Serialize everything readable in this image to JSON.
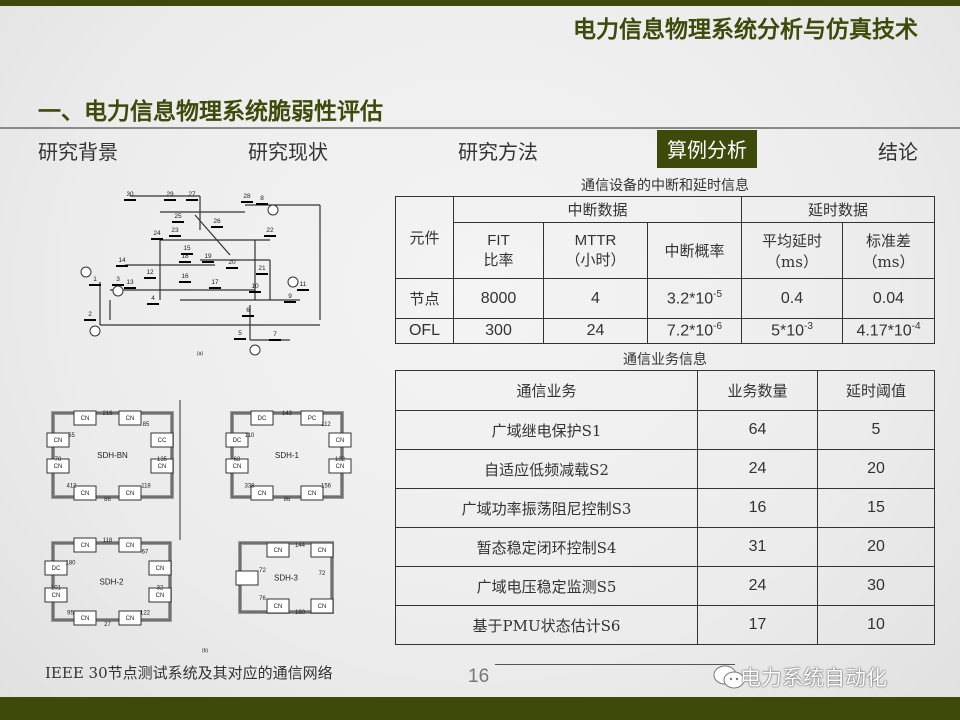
{
  "header": {
    "title": "电力信息物理系统分析与仿真技术",
    "section": "一、电力信息物理系统脆弱性评估"
  },
  "nav": [
    {
      "label": "研究背景"
    },
    {
      "label": "研究现状"
    },
    {
      "label": "研究方法"
    },
    {
      "label": "算例分析",
      "active": true
    },
    {
      "label": "结论"
    }
  ],
  "table1": {
    "caption": "通信设备的中断和延时信息",
    "group_headers": [
      "中断数据",
      "延时数据"
    ],
    "row_header": "元件",
    "columns": [
      [
        "FIT",
        "比率"
      ],
      [
        "MTTR",
        "（小时）"
      ],
      [
        "中断概率"
      ],
      [
        "平均延时",
        "（ms）"
      ],
      [
        "标准差",
        "（ms）"
      ]
    ],
    "rows": [
      {
        "name": "节点",
        "fit": "8000",
        "mttr": "4",
        "prob": "3.2*10",
        "prob_exp": "-5",
        "delay": "0.4",
        "std": "0.04",
        "std_exp": ""
      },
      {
        "name": "OFL",
        "fit": "300",
        "mttr": "24",
        "prob": "7.2*10",
        "prob_exp": "-6",
        "delay": "5*10",
        "delay_exp": "-3",
        "std": "4.17*10",
        "std_exp": "-4"
      }
    ]
  },
  "table2": {
    "caption": "通信业务信息",
    "headers": [
      "通信业务",
      "业务数量",
      "延时阈值"
    ],
    "rows": [
      [
        "广域继电保护S1",
        "64",
        "5"
      ],
      [
        "自适应低频减载S2",
        "24",
        "20"
      ],
      [
        "广域功率振荡阻尼控制S3",
        "16",
        "15"
      ],
      [
        "暂态稳定闭环控制S4",
        "31",
        "20"
      ],
      [
        "广域电压稳定监测S5",
        "24",
        "30"
      ],
      [
        "基于PMU状态估计S6",
        "17",
        "10"
      ]
    ]
  },
  "diagram": {
    "label_a": "(a)",
    "label_b": "(b)",
    "bus_labels": [
      "30",
      "29",
      "27",
      "28",
      "8",
      "25",
      "26",
      "22",
      "24",
      "23",
      "15",
      "18",
      "19",
      "20",
      "14",
      "21",
      "12",
      "16",
      "17",
      "13",
      "1",
      "3",
      "4",
      "10",
      "9",
      "11",
      "2",
      "6",
      "5",
      "7"
    ],
    "rings": [
      {
        "name": "SDH-BN",
        "weights": [
          "216",
          "85",
          "135",
          "118",
          "86",
          "412",
          "70",
          "55"
        ]
      },
      {
        "name": "SDH-1",
        "weights": [
          "143",
          "112",
          "102",
          "156",
          "86",
          "338",
          "68",
          "110"
        ]
      },
      {
        "name": "SDH-2",
        "weights": [
          "118",
          "67",
          "32",
          "122",
          "27",
          "95",
          "101",
          "180"
        ]
      },
      {
        "name": "SDH-3",
        "weights": [
          "144",
          "72",
          "180",
          "76",
          "72"
        ]
      }
    ],
    "node_labels": [
      "CN",
      "CN",
      "CC",
      "CN",
      "CN",
      "CN",
      "CN",
      "CN",
      "DC",
      "PC",
      "CN",
      "CN",
      "CN",
      "CN",
      "CN",
      "DC",
      "CN",
      "CN",
      "CN",
      "CN",
      "CN",
      "CN",
      "CN",
      "DC",
      "CN",
      "CN",
      "CN",
      "CN"
    ]
  },
  "footer": {
    "caption": "IEEE 30节点测试系统及其对应的通信网络",
    "page": "16",
    "watermark": "电力系统自动化"
  },
  "colors": {
    "brand": "#3d4a0a"
  }
}
